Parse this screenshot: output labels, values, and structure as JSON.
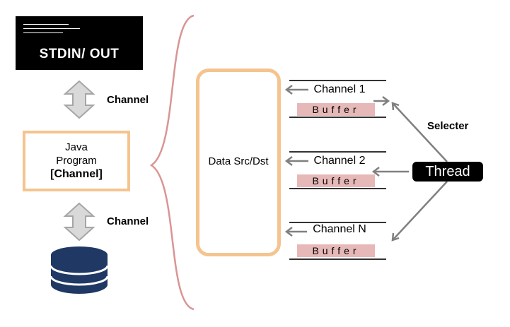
{
  "stdio": {
    "title": "STDIN/ OUT"
  },
  "channel_label_top": "Channel",
  "channel_label_bottom": "Channel",
  "java_box": {
    "line1": "Java",
    "line2": "Program",
    "line3": "[Channel]"
  },
  "data_src": {
    "label": "Data Src/Dst"
  },
  "channels": [
    {
      "label": "Channel 1",
      "buffer": "Buffer"
    },
    {
      "label": "Channel 2",
      "buffer": "Buffer"
    },
    {
      "label": "Channel N",
      "buffer": "Buffer"
    }
  ],
  "selecter": "Selecter",
  "thread": "Thread",
  "colors": {
    "box_border": "#f5c48e",
    "buffer_fill": "#e6b8b8",
    "brace": "#d99594",
    "arrow_gray": "#808080",
    "database": "#1f3864"
  }
}
